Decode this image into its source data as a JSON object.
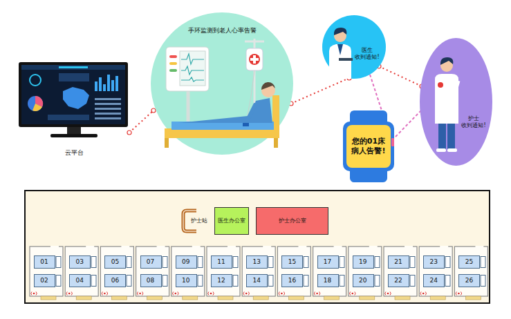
{
  "diagram": {
    "nodes": [
      {
        "text": [
          "云平台"
        ]
      },
      {
        "text": [
          "手环监测到老人心率告警"
        ]
      },
      {
        "text": [
          "医生 收到通知!"
        ]
      },
      {
        "text": [
          "护士 收到通知!"
        ]
      },
      {
        "text": [
          "您的01床 病人告警!"
        ]
      },
      {
        "text": [
          "护士站"
        ]
      },
      {
        "text": [
          "医生办公室"
        ]
      },
      {
        "text": [
          "护士办公室"
        ]
      },
      {
        "text": [
          "01"
        ]
      },
      {
        "text": [
          "02"
        ]
      },
      {
        "text": [
          "03"
        ]
      },
      {
        "text": [
          "04"
        ]
      },
      {
        "text": [
          "05"
        ]
      },
      {
        "text": [
          "06"
        ]
      },
      {
        "text": [
          "07"
        ]
      },
      {
        "text": [
          "08"
        ]
      },
      {
        "text": [
          "09"
        ]
      },
      {
        "text": [
          "10"
        ]
      },
      {
        "text": [
          "11"
        ]
      },
      {
        "text": [
          "12"
        ]
      },
      {
        "text": [
          "13"
        ]
      },
      {
        "text": [
          "14"
        ]
      },
      {
        "text": [
          "15"
        ]
      },
      {
        "text": [
          "16"
        ]
      },
      {
        "text": [
          "17"
        ]
      },
      {
        "text": [
          "18"
        ]
      },
      {
        "text": [
          "19"
        ]
      },
      {
        "text": [
          "20"
        ]
      },
      {
        "text": [
          "21"
        ]
      },
      {
        "text": [
          "22"
        ]
      },
      {
        "text": [
          "23"
        ]
      },
      {
        "text": [
          "24"
        ]
      },
      {
        "text": [
          "25"
        ]
      },
      {
        "text": [
          "26"
        ]
      }
    ],
    "edges": [
      {
        "from": 0,
        "to": 1,
        "arrow": "none"
      },
      {
        "from": 1,
        "to": 2,
        "arrow": "none"
      },
      {
        "from": 2,
        "to": 3,
        "arrow": "none"
      },
      {
        "from": 2,
        "to": 4,
        "arrow": "none"
      },
      {
        "from": 3,
        "to": 4,
        "arrow": "none"
      }
    ]
  }
}
